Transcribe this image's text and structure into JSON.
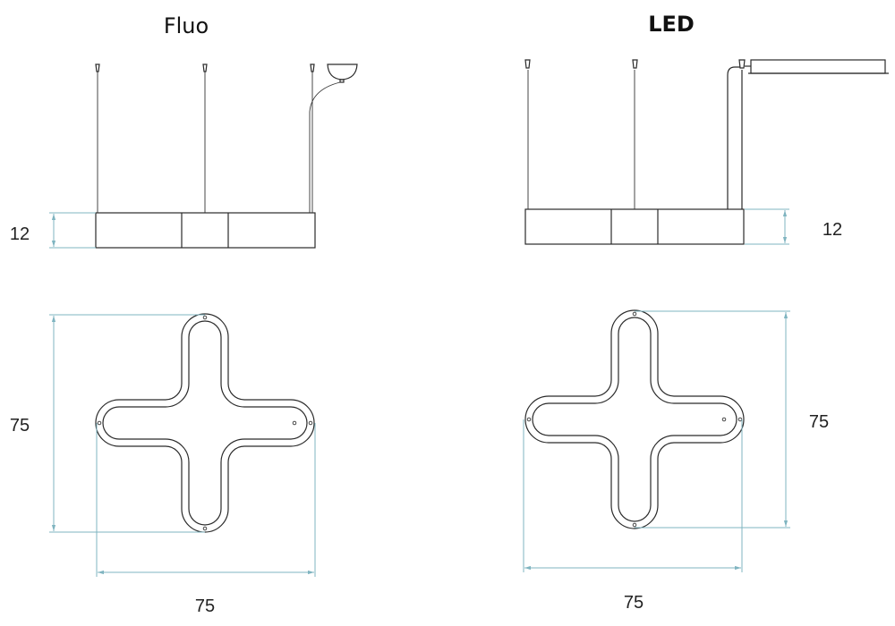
{
  "titles": {
    "fluo": "Fluo",
    "led": "LED"
  },
  "dimensions": {
    "fluo_height": "12",
    "fluo_depth": "75",
    "fluo_width": "75",
    "led_height": "12",
    "led_depth": "75",
    "led_width": "75"
  },
  "colors": {
    "line": "#2a2a2a",
    "dimension": "#7fb4c0"
  }
}
